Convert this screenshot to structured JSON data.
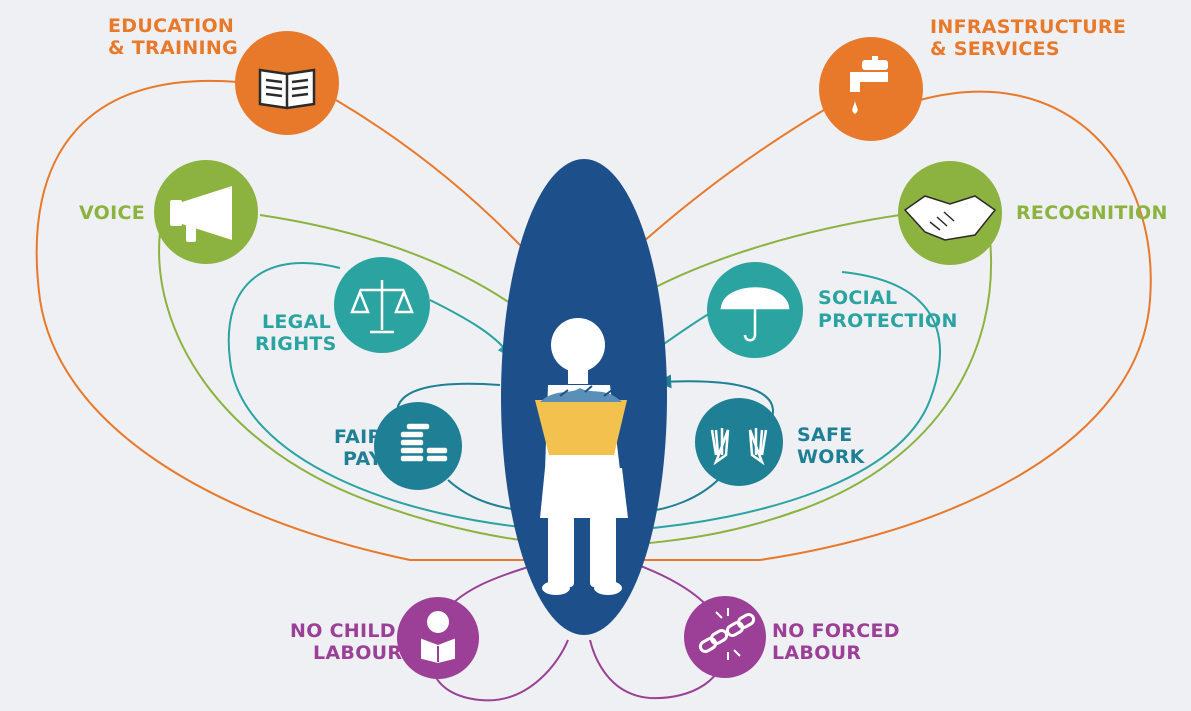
{
  "colors": {
    "background": "#eef0f3",
    "orange": "#e8792b",
    "green": "#8cb23f",
    "teal": "#2aa3a1",
    "dark_teal": "#1f7f95",
    "purple": "#9b3f97",
    "navy": "#1d4f8a",
    "basket": "#f2c14e"
  },
  "center": {
    "figure": "worker-with-basket"
  },
  "nodes": {
    "education": {
      "label_lines": [
        "EDUCATION",
        "& TRAINING"
      ],
      "icon": "book-icon"
    },
    "infrastructure": {
      "label_lines": [
        "INFRASTRUCTURE",
        "& SERVICES"
      ],
      "icon": "water-tap-icon"
    },
    "voice": {
      "label_lines": [
        "VOICE"
      ],
      "icon": "megaphone-icon"
    },
    "recognition": {
      "label_lines": [
        "RECOGNITION"
      ],
      "icon": "handshake-icon"
    },
    "legal_rights": {
      "label_lines": [
        "LEGAL",
        "RIGHTS"
      ],
      "icon": "scales-icon"
    },
    "social_protection": {
      "label_lines": [
        "SOCIAL",
        "PROTECTION"
      ],
      "icon": "umbrella-icon"
    },
    "fair_pay": {
      "label_lines": [
        "FAIR",
        "PAY"
      ],
      "icon": "coins-icon"
    },
    "safe_work": {
      "label_lines": [
        "SAFE",
        "WORK"
      ],
      "icon": "gloves-icon"
    },
    "no_child_labour": {
      "label_lines": [
        "NO CHILD",
        "LABOUR"
      ],
      "icon": "child-reading-icon"
    },
    "no_forced_labour": {
      "label_lines": [
        "NO FORCED",
        "LABOUR"
      ],
      "icon": "broken-chain-icon"
    }
  }
}
